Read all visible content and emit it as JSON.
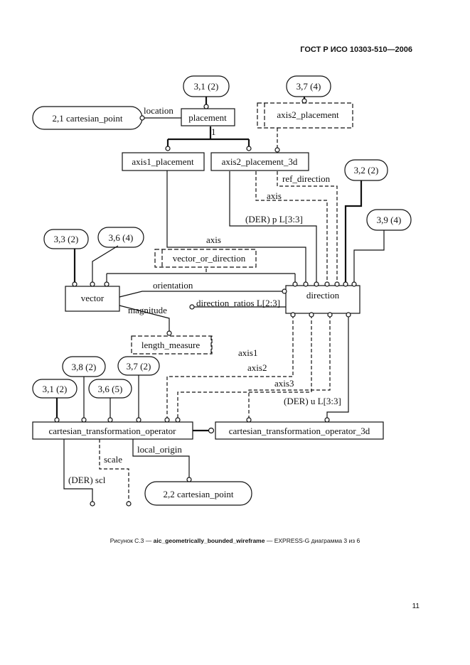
{
  "header": {
    "standard": "ГОСТ Р ИСО 10303-510—2006"
  },
  "entities": {
    "placement": "placement",
    "axis1_placement": "axis1_placement",
    "axis2_placement_3d": "axis2_placement_3d",
    "vector": "vector",
    "direction": "direction",
    "cartesian_transformation_operator": "cartesian_transformation_operator",
    "cartesian_transformation_operator_3d": "cartesian_transformation_operator_3d"
  },
  "types": {
    "axis2_placement": "axis2_placement",
    "vector_or_direction": "vector_or_direction",
    "length_measure": "length_measure"
  },
  "page_refs": {
    "ref_31_top": "3,1 (2)",
    "ref_37_top": "3,7 (4)",
    "cartesian_point_21": "2,1 cartesian_point",
    "ref_32": "3,2 (2)",
    "ref_39": "3,9 (4)",
    "ref_33": "3,3 (2)",
    "ref_36_top": "3,6 (4)",
    "ref_38": "3,8 (2)",
    "ref_37_bottom": "3,7 (2)",
    "ref_31_bottom": "3,1 (2)",
    "ref_36_bottom": "3,6 (5)",
    "cartesian_point_22": "2,2 cartesian_point"
  },
  "relations": {
    "location": "location",
    "one": "1",
    "ref_direction": "ref_direction",
    "axis_ap3d": "axis",
    "der_p": "(DER) p L[3:3]",
    "axis_a1p": "axis",
    "orientation": "orientation",
    "magnitude": "magnitude",
    "direction_ratios": "direction_ratios L[2:3]",
    "axis1": "axis1",
    "axis2": "axis2",
    "axis3": "axis3",
    "der_u": "(DER) u L[3:3]",
    "scale": "scale",
    "local_origin": "local_origin",
    "der_scl": "(DER) scl"
  },
  "caption": {
    "prefix": "Рисунок С.3 — ",
    "schema": "aic_geometrically_bounded_wireframe",
    "suffix": " — EXPRESS-G диаграмма 3 из 6"
  },
  "page_number": "11"
}
